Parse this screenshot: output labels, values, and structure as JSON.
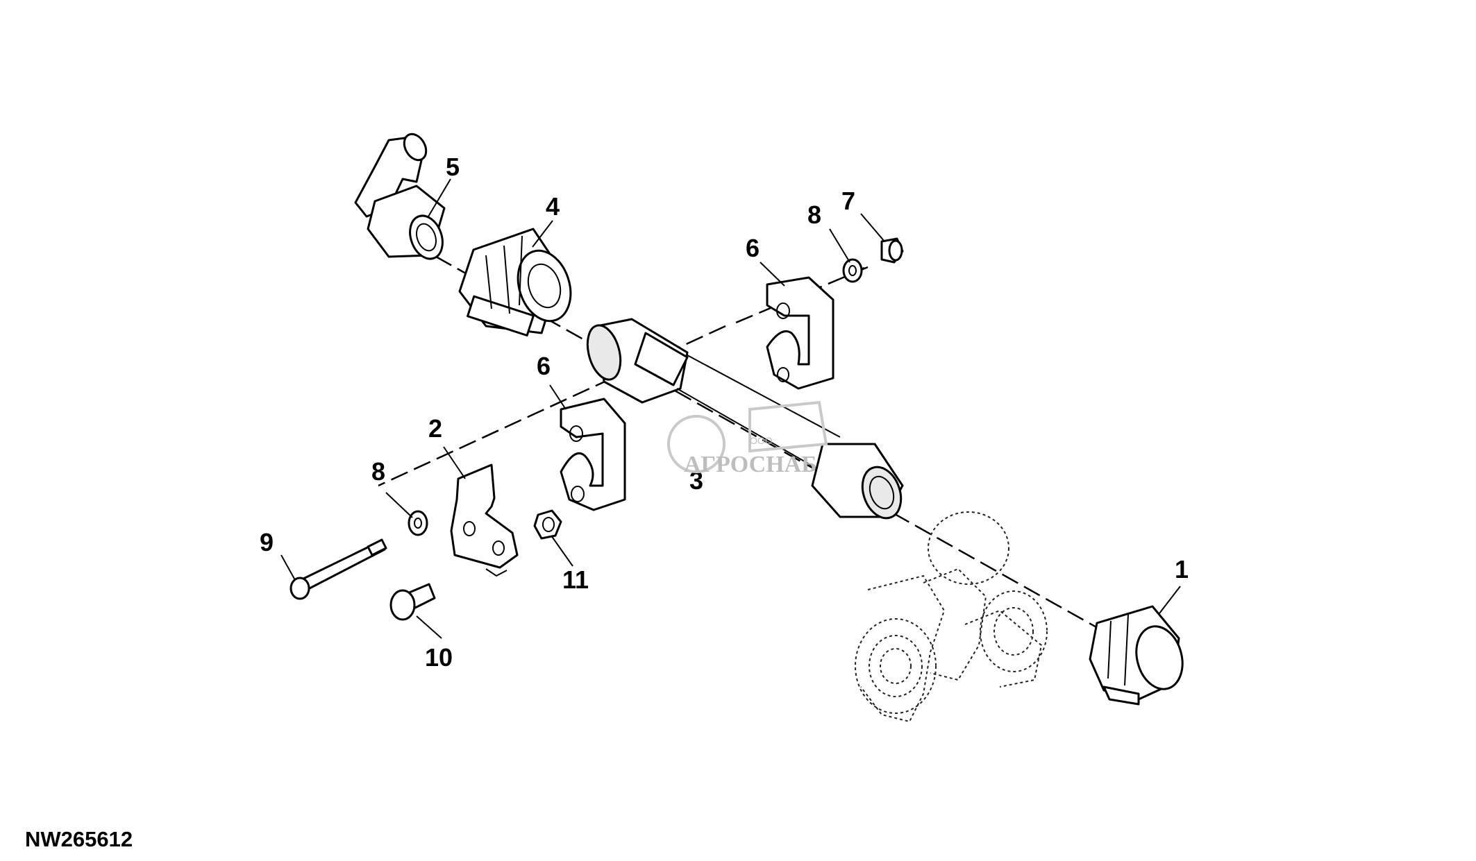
{
  "figure": {
    "id": "NW265612",
    "callouts": {
      "c1": "1",
      "c2": "2",
      "c3": "3",
      "c4": "4",
      "c5": "5",
      "c6a": "6",
      "c6b": "6",
      "c7": "7",
      "c8a": "8",
      "c8b": "8",
      "c9": "9",
      "c10": "10",
      "c11": "11"
    }
  },
  "watermark": {
    "brand": "АГРОСНАБ",
    "prefix": "ООО"
  }
}
